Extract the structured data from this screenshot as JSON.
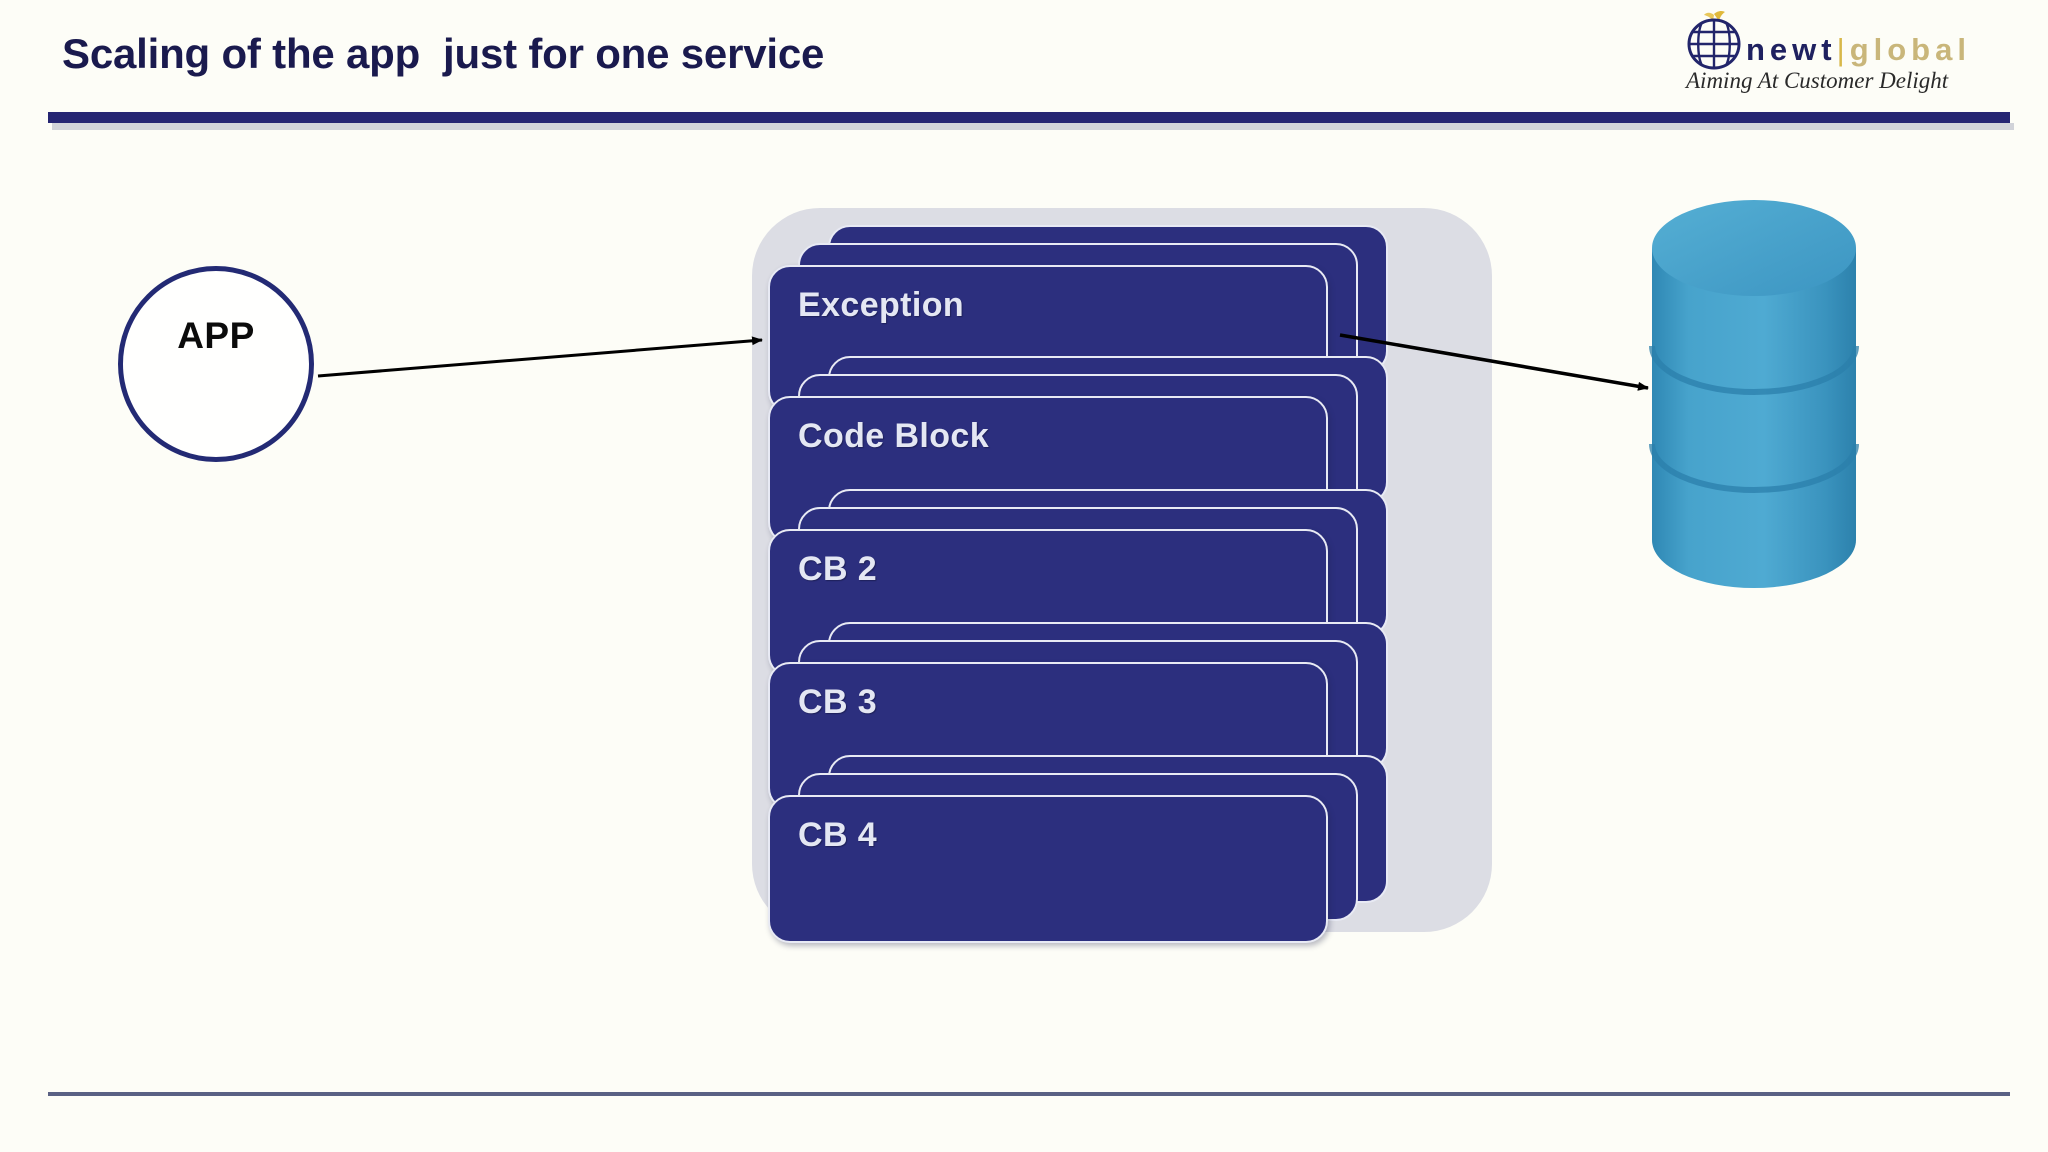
{
  "slide": {
    "title": "Scaling of the app  just for one service",
    "background_color": "#FDFDF7",
    "title_color": "#1A1A4E",
    "header_rule_color": "#252572",
    "footer_rule_color": "#5A6184"
  },
  "logo": {
    "brand_first": "newt",
    "brand_separator": "|",
    "brand_second": "global",
    "tagline": "Aiming At Customer Delight",
    "brand_first_color": "#1F2160",
    "brand_second_color": "#C9B67A",
    "icon": "globe-apple-icon"
  },
  "app_node": {
    "label": "APP",
    "border_color": "#232A74",
    "fill_color": "#FFFFFE"
  },
  "service_container": {
    "fill_color": "#DCDDE4",
    "card_color": "#2C2F7E",
    "card_text_color": "#E4E7F3",
    "blocks": [
      {
        "label": "Exception",
        "copies": 3
      },
      {
        "label": "Code Block",
        "copies": 3
      },
      {
        "label": "CB 2",
        "copies": 3
      },
      {
        "label": "CB 3",
        "copies": 3
      },
      {
        "label": "CB 4",
        "copies": 3
      }
    ]
  },
  "database": {
    "name": "database-cylinder",
    "body_color": "#3D9DC8",
    "top_color": "#4FA8CF",
    "band_count": 3
  },
  "arrows": [
    {
      "name": "app-to-service-arrow",
      "from": "APP",
      "to": "Exception"
    },
    {
      "name": "service-to-database-arrow",
      "from": "Exception",
      "to": "database-cylinder"
    }
  ]
}
